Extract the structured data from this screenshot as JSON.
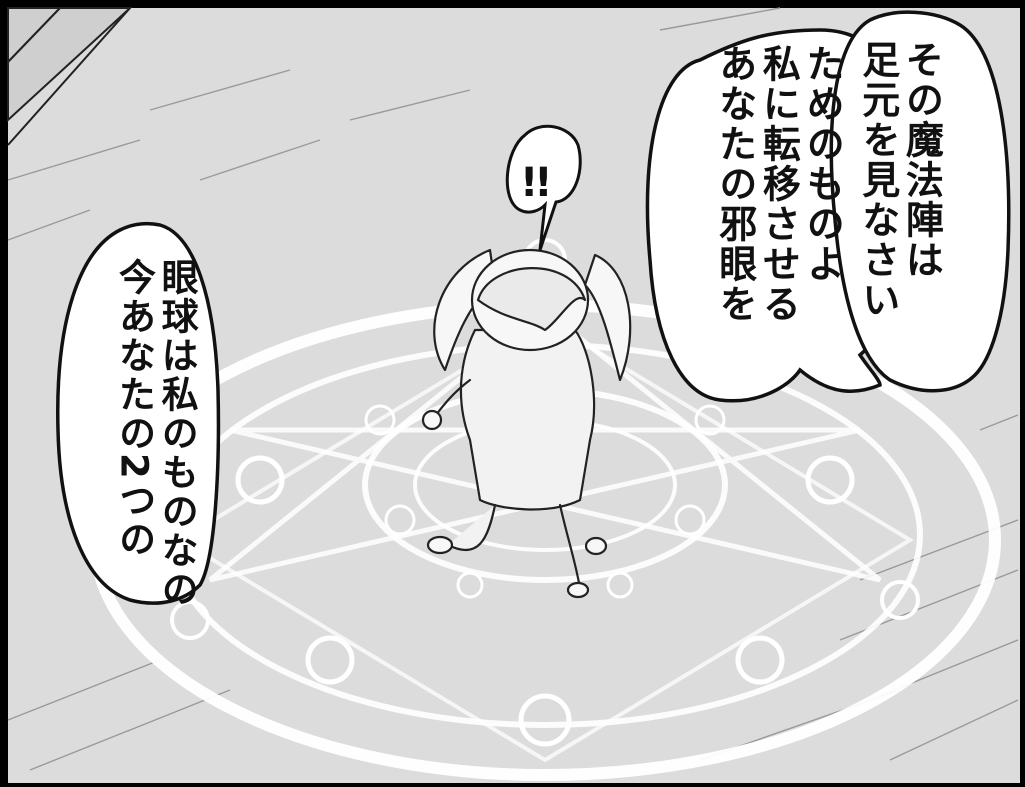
{
  "bubble_right": {
    "lines": [
      "足元を見なさい",
      "その魔法陣は",
      "あなたの邪眼を",
      "私に転移させる",
      "ためのものよ"
    ]
  },
  "bubble_left": {
    "lines": [
      "今あなたの2つの",
      "眼球は私のものなの"
    ]
  },
  "exclaim": {
    "text": "!!"
  }
}
